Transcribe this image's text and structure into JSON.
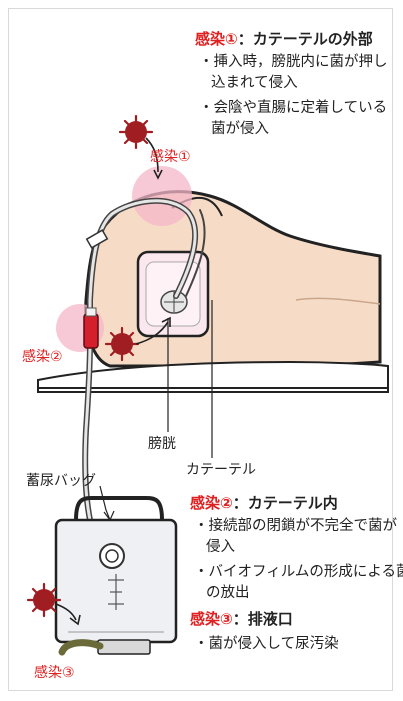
{
  "infections": {
    "one": {
      "num": "感染①",
      "title": "：カテーテルの外部",
      "bullets": [
        "・挿入時，膀胱内に菌が押し",
        "込まれて侵入",
        "・会陰や直腸に定着している",
        "菌が侵入"
      ]
    },
    "two": {
      "num": "感染②",
      "title": "：カテーテル内",
      "bullets": [
        "・接続部の閉鎖が不完全で菌が",
        "侵入",
        "・バイオフィルムの形成による菌",
        "の放出"
      ]
    },
    "three": {
      "num": "感染③",
      "title": "：排液口",
      "bullets": [
        "・菌が侵入して尿汚染"
      ]
    }
  },
  "labels": {
    "infection1": "感染①",
    "infection2": "感染②",
    "infection3": "感染③",
    "bladder": "膀胱",
    "catheter": "カテーテル",
    "bag": "蓄尿バッグ"
  },
  "colors": {
    "accent_red": "#e02020",
    "skin": "#f6dcc7",
    "infection_pink": "#f4b7c8",
    "bacteria": "#a01e22"
  }
}
